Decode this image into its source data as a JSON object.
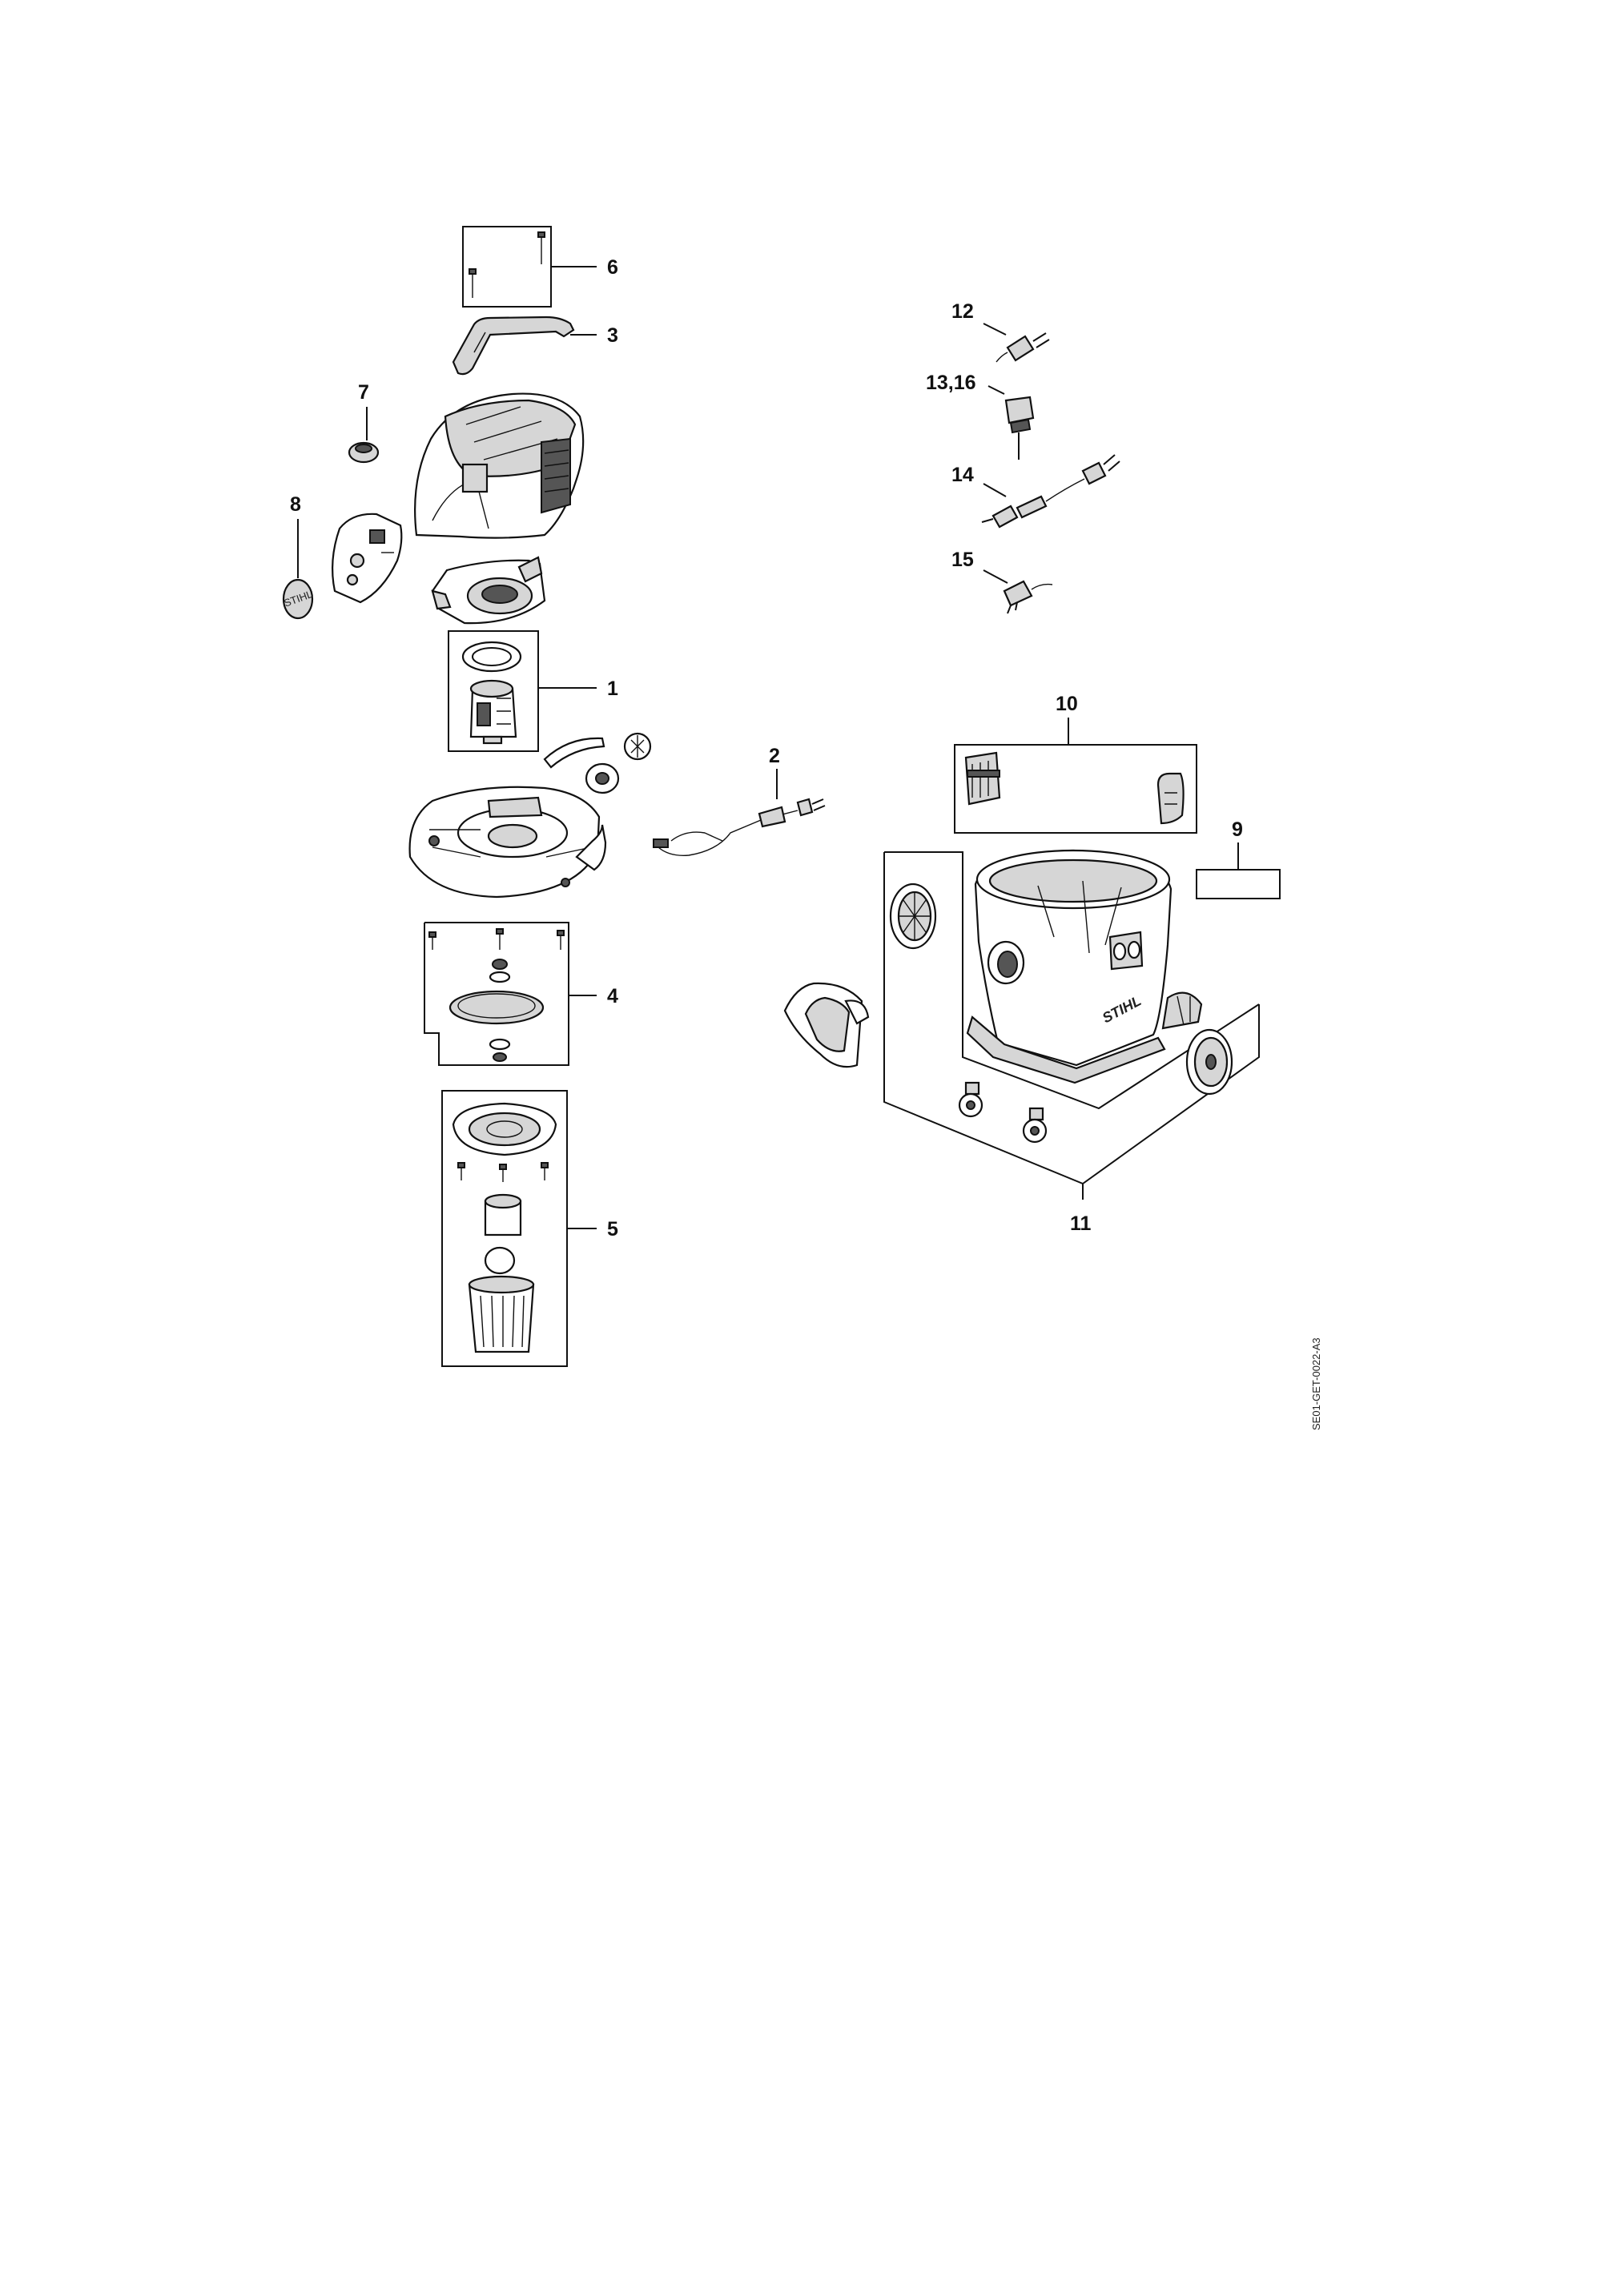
{
  "diagram": {
    "callouts": {
      "c1": "1",
      "c2": "2",
      "c3": "3",
      "c4": "4",
      "c5": "5",
      "c6": "6",
      "c7": "7",
      "c8": "8",
      "c9": "9",
      "c10": "10",
      "c11": "11",
      "c12": "12",
      "c13_16": "13,16",
      "c14": "14",
      "c15": "15"
    },
    "document_code": "SE01-GET-0022-A3",
    "brand_mark": "STIHL"
  }
}
